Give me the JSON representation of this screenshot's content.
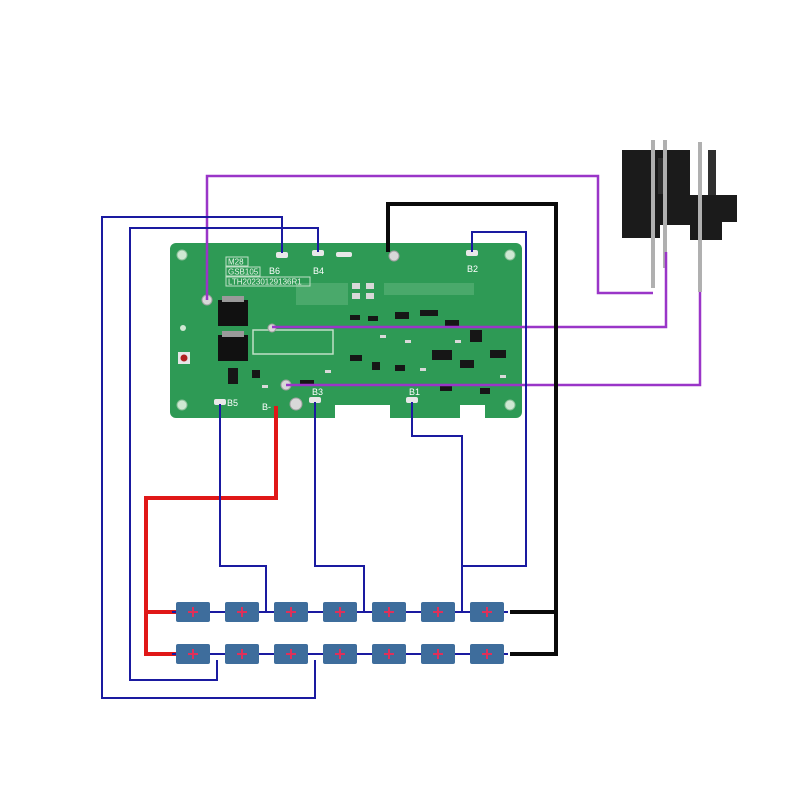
{
  "board": {
    "model": "M28",
    "part_number": "GSB105",
    "serial": "LTH20230129136R1"
  },
  "pads": {
    "b1": "B1",
    "b2": "B2",
    "b3": "B3",
    "b4": "B4",
    "b5": "B5",
    "b6": "B6",
    "b_minus": "B-"
  },
  "colors": {
    "balance_wire": "#1a1aa0",
    "signal_wire": "#9a35c8",
    "positive_wire": "#e01818",
    "negative_wire": "#0a0a0a",
    "pcb": "#2e9a55",
    "cell_body": "#3e6d9c",
    "cell_plus": "#e0305a",
    "connector": "#1b1b1b"
  },
  "cells": {
    "rows": 2,
    "per_row": 7
  }
}
